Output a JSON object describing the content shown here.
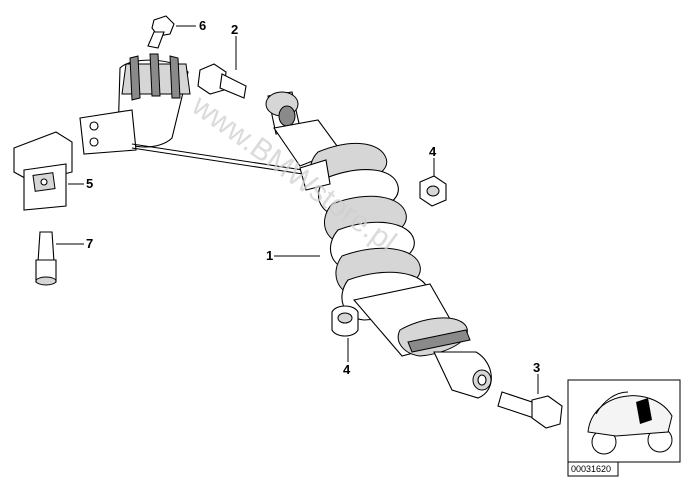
{
  "watermark": "www.BMWstore.pl",
  "callouts": [
    "1",
    "2",
    "3",
    "4",
    "4",
    "5",
    "6",
    "7"
  ],
  "reference_number": "00031620",
  "parts": [
    {
      "name": "spring-strut"
    },
    {
      "name": "hex-bolt-upper"
    },
    {
      "name": "hex-bolt-lower"
    },
    {
      "name": "self-locking-nut"
    },
    {
      "name": "holder"
    },
    {
      "name": "collar-screw"
    },
    {
      "name": "allen-screw"
    }
  ]
}
